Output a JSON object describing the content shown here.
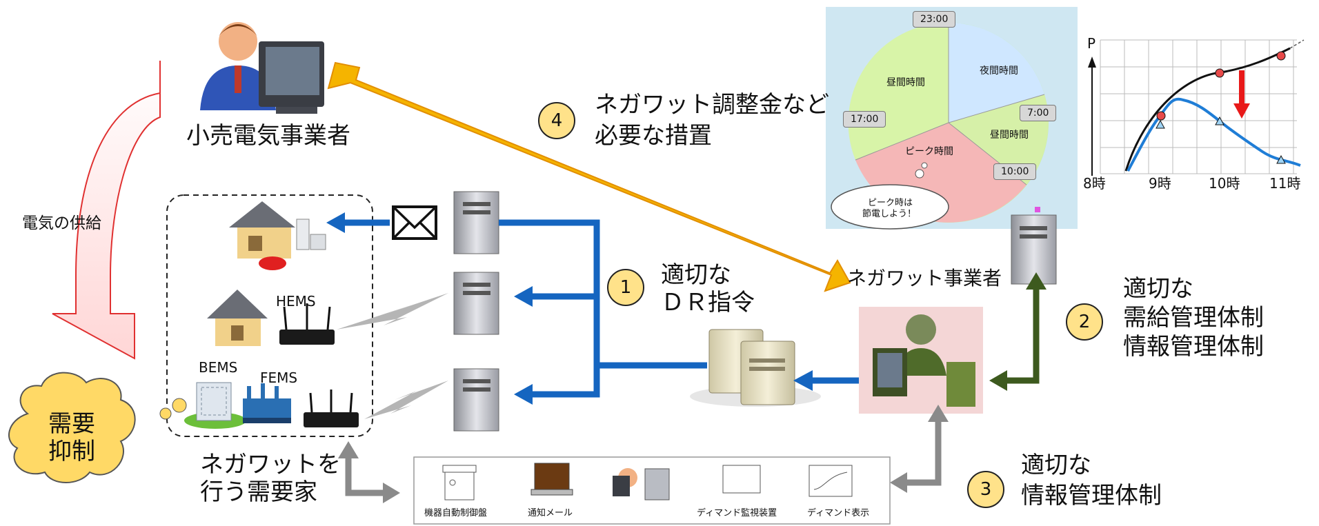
{
  "labels": {
    "retailer": "小売電気事業者",
    "supply": "電気の供給",
    "demand_suppress_line1": "需要",
    "demand_suppress_line2": "抑制",
    "consumer_line1": "ネガワットを",
    "consumer_line2": "行う需要家",
    "aggregator": "ネガワット事業者",
    "hems": "HEMS",
    "bems": "BEMS",
    "fems": "FEMS"
  },
  "steps": [
    {
      "num": "1",
      "line1": "適切な",
      "line2": "ＤＲ指令"
    },
    {
      "num": "2",
      "line1": "適切な",
      "line2": "需給管理体制",
      "line3": "情報管理体制"
    },
    {
      "num": "3",
      "line1": "適切な",
      "line2": "情報管理体制"
    },
    {
      "num": "4",
      "line1": "ネガワット調整金など",
      "line2": "必要な措置"
    }
  ],
  "pie": {
    "labels": [
      "昼間時間",
      "夜間時間",
      "昼間時間",
      "ピーク時間"
    ],
    "times": [
      "23:00",
      "17:00",
      "7:00",
      "10:00"
    ],
    "bubble_line1": "ピーク時は",
    "bubble_line2": "節電しよう！"
  },
  "devices": [
    "機器自動制御盤",
    "通知メール",
    "ディマンド監視装置",
    "ディマンド表示"
  ],
  "chart_data": {
    "type": "line",
    "ylabel": "P",
    "categories": [
      "8時",
      "9時",
      "10時",
      "11時"
    ],
    "series": [
      {
        "values": [
          0.0,
          0.55,
          0.9,
          1.1
        ]
      },
      {
        "values": [
          0.0,
          0.4,
          0.45,
          0.1
        ]
      }
    ]
  },
  "colors": {
    "blue_arrow": "#1565c0",
    "orange_arrow": "#f5b400",
    "green_arrow": "#3d5a1e",
    "gray_arrow": "#8a8a8a",
    "supply_arrow": "#e03030",
    "cloud_fill": "#ffd966"
  }
}
